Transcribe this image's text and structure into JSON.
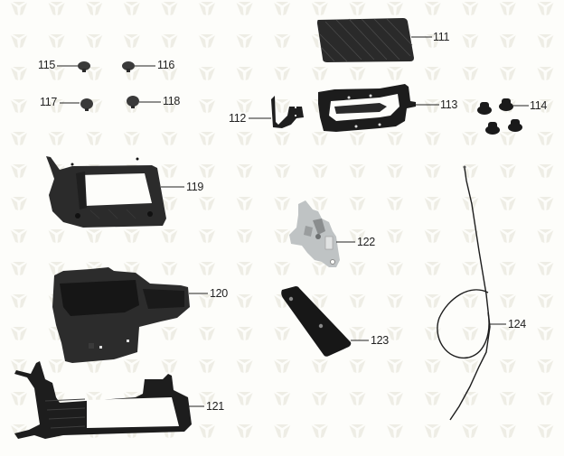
{
  "diagram": {
    "type": "exploded parts diagram",
    "background_color": "#fdfdfa",
    "watermark": "tiled-y-logo",
    "parts": [
      {
        "id": "111",
        "label": "111",
        "description": "textured rubber floor mat / cover plate"
      },
      {
        "id": "112",
        "label": "112",
        "description": "small hinge bracket"
      },
      {
        "id": "113",
        "label": "113",
        "description": "metal mounting frame bracket"
      },
      {
        "id": "114",
        "label": "114",
        "description": "set of four rubber bumpers"
      },
      {
        "id": "115",
        "label": "115",
        "description": "rubber plug"
      },
      {
        "id": "116",
        "label": "116",
        "description": "rubber plug"
      },
      {
        "id": "117",
        "label": "117",
        "description": "rubber plug"
      },
      {
        "id": "118",
        "label": "118",
        "description": "rubber plug"
      },
      {
        "id": "119",
        "label": "119",
        "description": "footboard upper trim panel"
      },
      {
        "id": "120",
        "label": "120",
        "description": "storage box / battery compartment"
      },
      {
        "id": "121",
        "label": "121",
        "description": "lower support frame"
      },
      {
        "id": "122",
        "label": "122",
        "description": "seat latch lock assembly"
      },
      {
        "id": "123",
        "label": "123",
        "description": "latch mounting plate"
      },
      {
        "id": "124",
        "label": "124",
        "description": "release cable"
      }
    ]
  }
}
